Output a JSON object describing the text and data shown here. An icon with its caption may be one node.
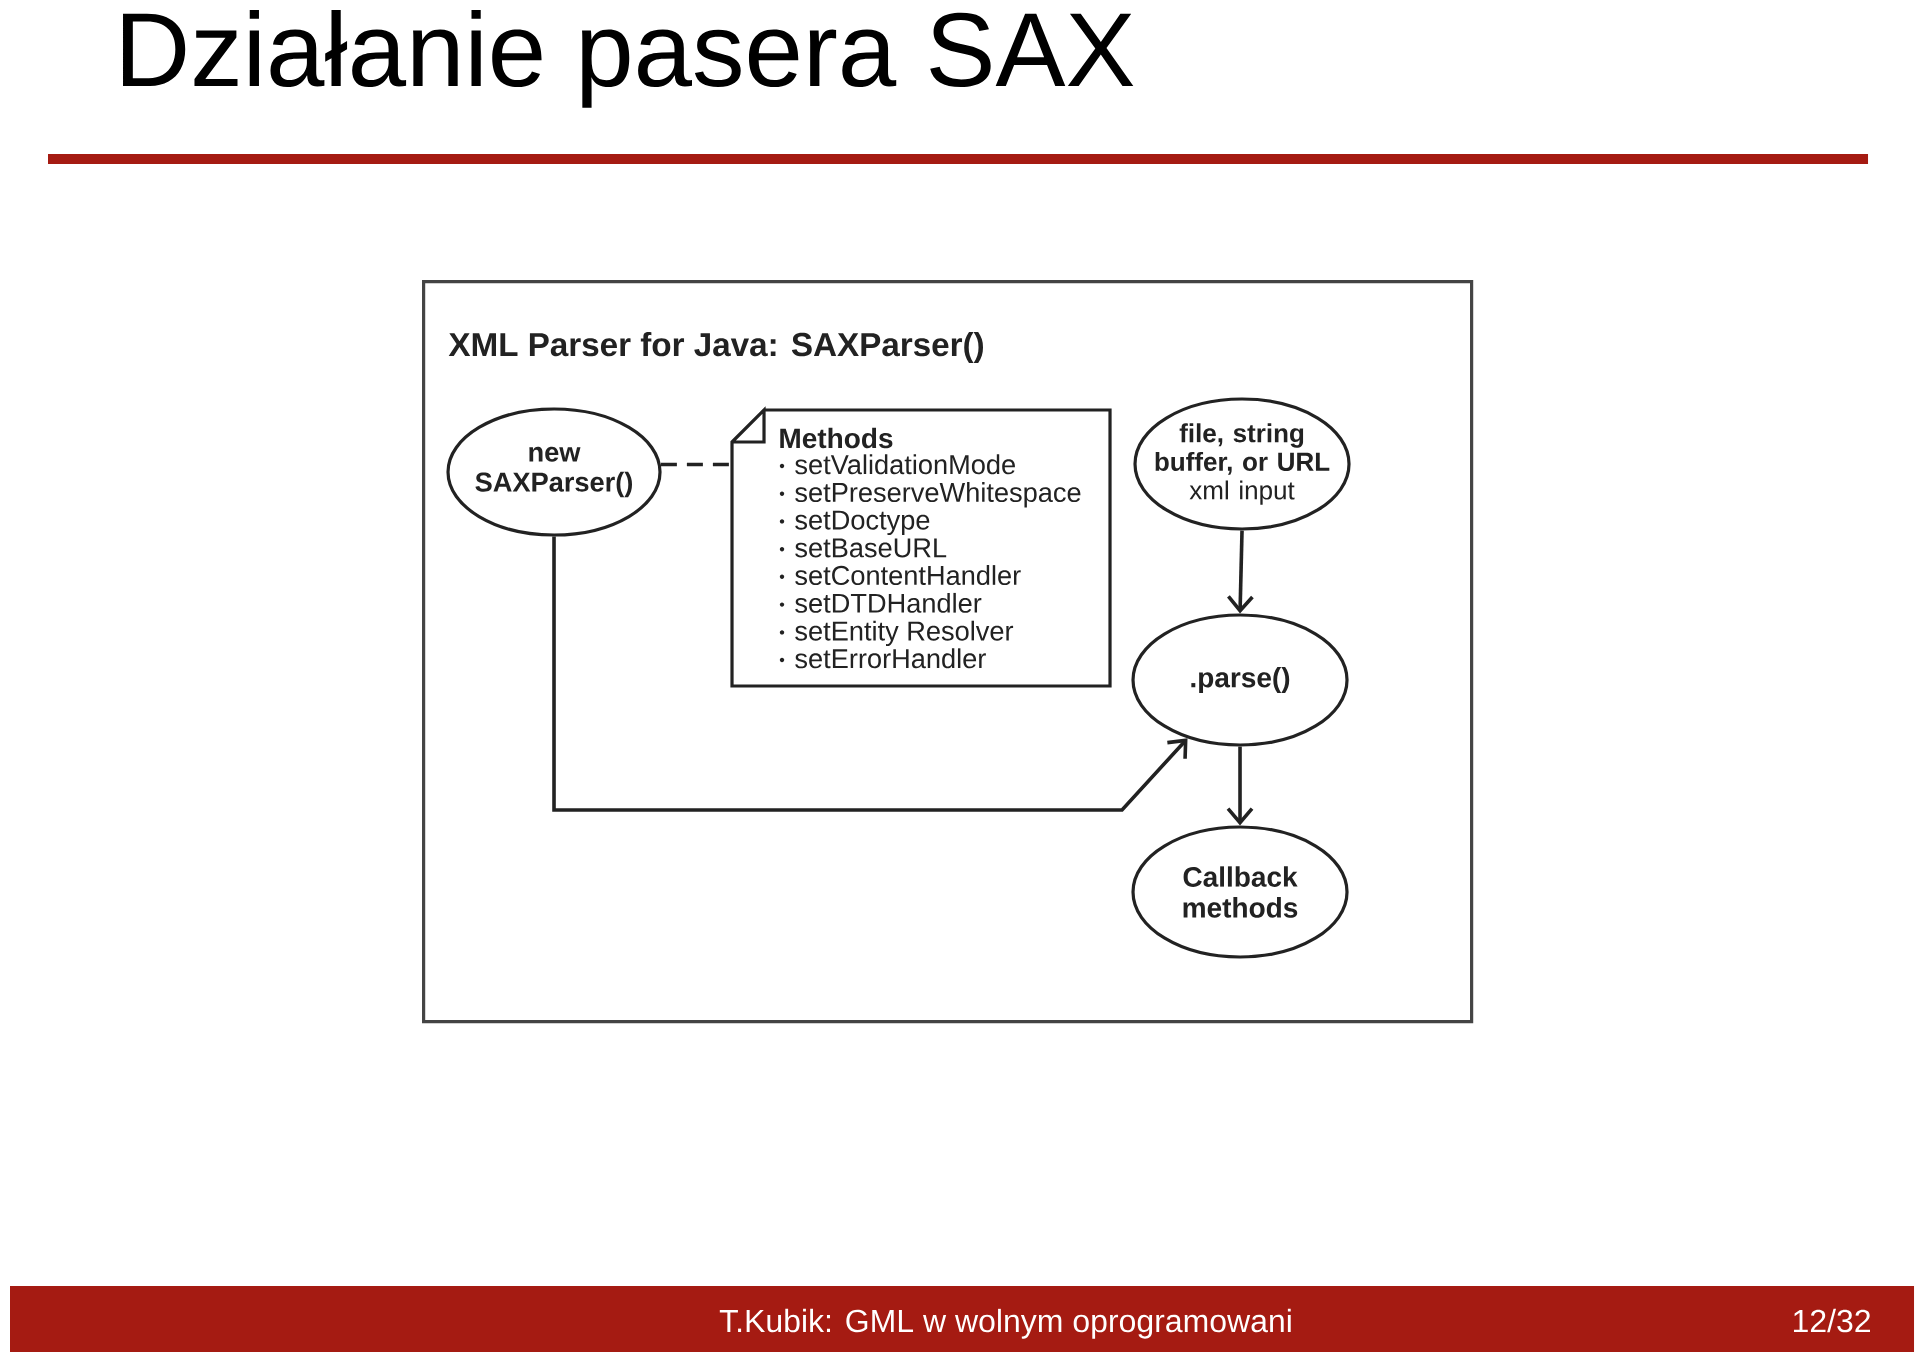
{
  "diagram": {
    "title": "Działanie pasera SAX",
    "nodes": [
      {
        "text": [
          "XML Parser for Java: SAXParser()"
        ]
      },
      {
        "text": [
          "new SAXParser()"
        ],
        "in": 0
      },
      {
        "text": [
          "Methods",
          "setValidationMode",
          "setPreserveWhitespace",
          "setDoctype",
          "setBaseURL",
          "setContentHandler",
          "setDTDHandler",
          "setEntity Resolver",
          "setErrorHandler"
        ],
        "in": 0
      },
      {
        "text": [
          "file, string buffer, or URL",
          "xml input"
        ],
        "in": 0
      },
      {
        "text": [
          ".parse()"
        ],
        "in": 0
      },
      {
        "text": [
          "Callback methods"
        ],
        "in": 0
      }
    ],
    "edges": [
      {
        "from": 1,
        "to": 2,
        "arrow": "none",
        "style": "dashed"
      },
      {
        "from": 3,
        "to": 4,
        "arrow": "to"
      },
      {
        "from": 1,
        "to": 4,
        "arrow": "to"
      },
      {
        "from": 4,
        "to": 5,
        "arrow": "to"
      }
    ],
    "labels": [
      "T.Kubik: GML w wolnym oprogramowani",
      "12/32"
    ]
  }
}
